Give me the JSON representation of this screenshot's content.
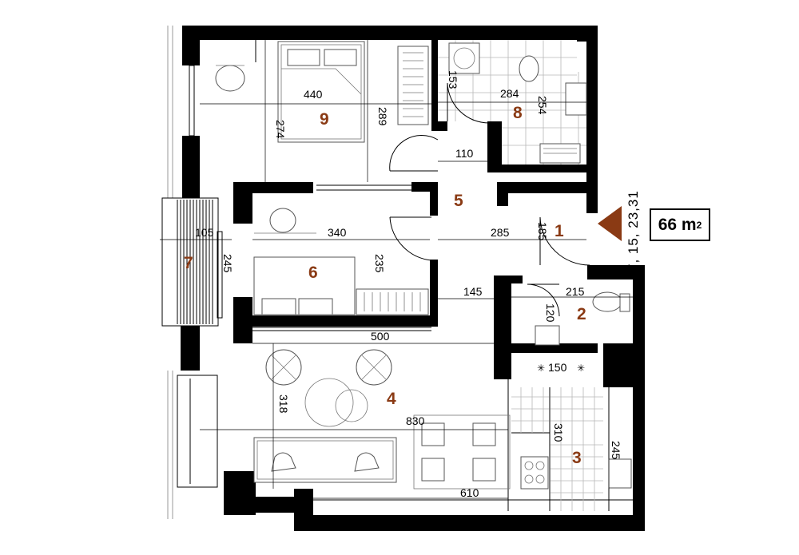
{
  "area": {
    "value": "66 m",
    "unit_sup": "2"
  },
  "elevation_label": "7, 15, 23,31",
  "rooms": [
    {
      "id": "1",
      "label": "1"
    },
    {
      "id": "2",
      "label": "2"
    },
    {
      "id": "3",
      "label": "3"
    },
    {
      "id": "4",
      "label": "4"
    },
    {
      "id": "5",
      "label": "5"
    },
    {
      "id": "6",
      "label": "6"
    },
    {
      "id": "7",
      "label": "7"
    },
    {
      "id": "8",
      "label": "8"
    },
    {
      "id": "9",
      "label": "9"
    }
  ],
  "dimensions": {
    "bedroom9_width": "440",
    "bedroom9_depth_left": "274",
    "bedroom9_depth_right": "289",
    "bath8_width": "284",
    "bath8_depth": "254",
    "bath8_door": "153",
    "hall5_width": "110",
    "hall1_width": "285",
    "hall1_depth": "185",
    "room6_width": "340",
    "room6_depth": "235",
    "balcony7_width": "105",
    "balcony7_depth": "245",
    "wc2_width": "215",
    "wc2_depth": "120",
    "passage_width": "145",
    "living4_top": "500",
    "living4_depth": "318",
    "living4_width": "830",
    "living4_bottom": "610",
    "kitchen_top": "150",
    "kitchen_depth": "310",
    "kitchen_side": "245"
  }
}
